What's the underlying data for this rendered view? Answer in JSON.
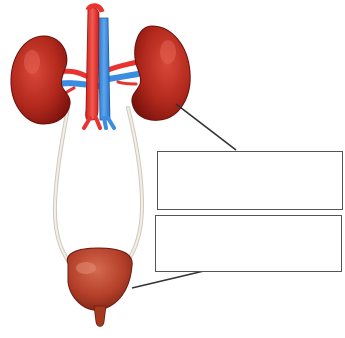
{
  "diagram": {
    "structures": [
      "left-kidney",
      "right-kidney",
      "aorta",
      "vena-cava",
      "left-ureter",
      "right-ureter",
      "urinary-bladder",
      "urethra"
    ],
    "labels": [
      {
        "id": "label-1",
        "text": "",
        "points_to": "right-kidney"
      },
      {
        "id": "label-2",
        "text": "",
        "points_to": "urinary-bladder"
      }
    ]
  },
  "colors": {
    "kidney": "#b1281c",
    "kidney_dark": "#7a130d",
    "artery": "#e8332f",
    "vein": "#3a8de0",
    "ureter": "#d9d3c8",
    "bladder": "#b4402a",
    "leader_line": "#333333",
    "box_border": "#555555"
  }
}
